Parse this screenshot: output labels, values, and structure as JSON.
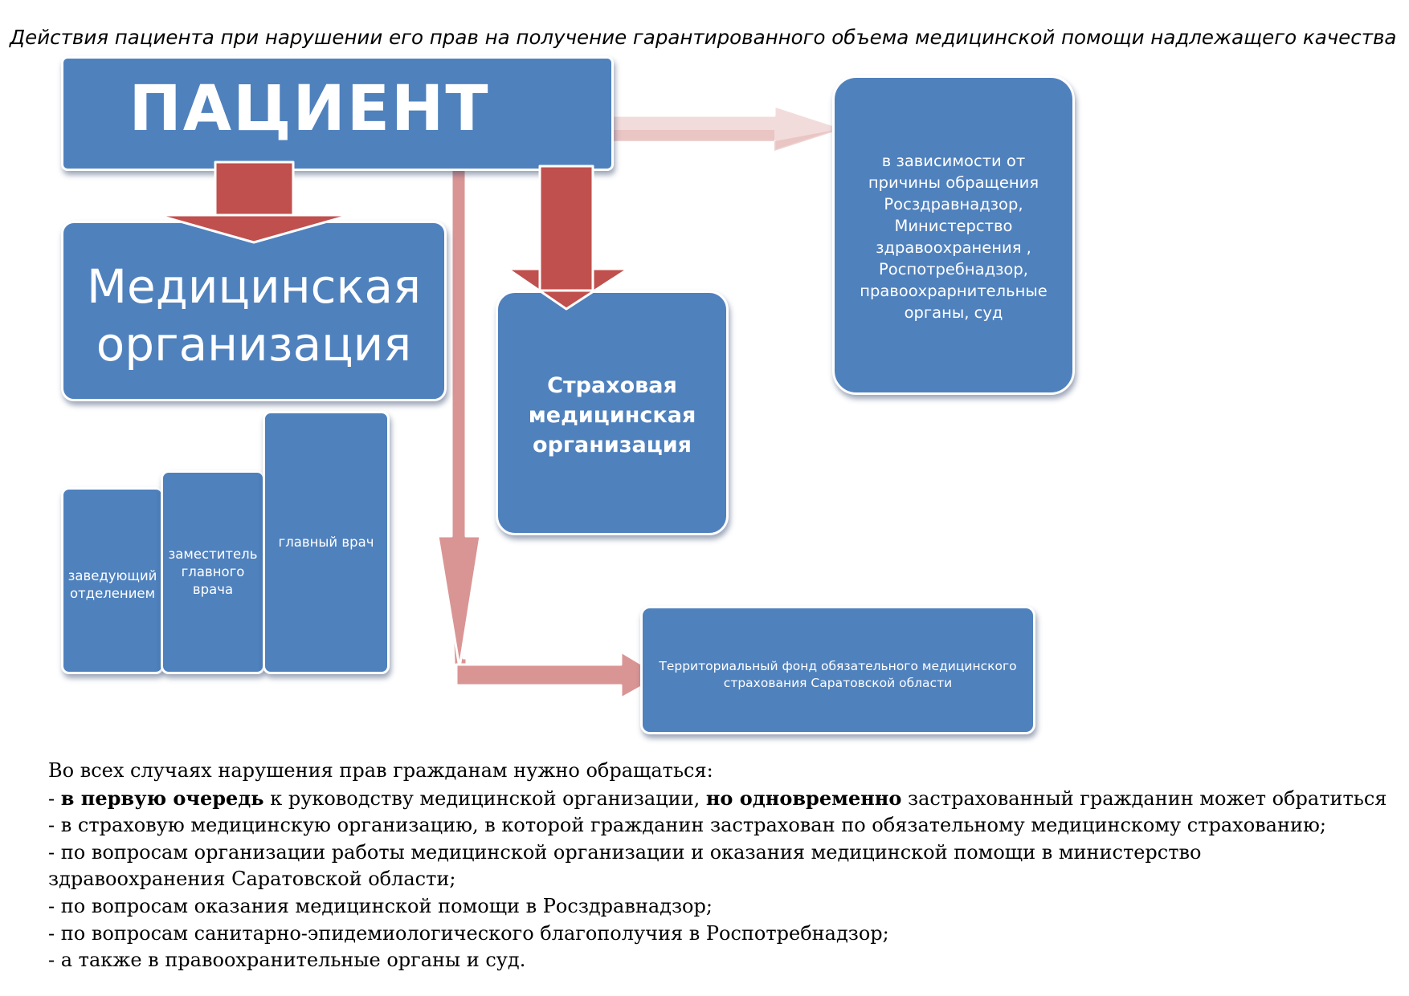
{
  "title": "Действия пациента при нарушении его прав на получение гарантированного объема медицинской помощи надлежащего качества",
  "diagram": {
    "patient": "ПАЦИЕНТ",
    "medical_org": {
      "line1": "Медицинская",
      "line2": "организация"
    },
    "levels": [
      {
        "line1": "заведующий",
        "line2": "отделением"
      },
      {
        "line1": "заместитель",
        "line2": "главного",
        "line3": "врача"
      },
      {
        "line1": "главный врач"
      }
    ],
    "insurer": {
      "line1": "Страховая",
      "line2": "медицинская",
      "line3": "организация"
    },
    "authorities": {
      "line1": "в зависимости от",
      "line2": "причины обращения",
      "line3": "Росздравнадзор,",
      "line4": "Министерство",
      "line5": "здравоохранения ,",
      "line6": "Роспотребнадзор,",
      "line7": "правоохрарнительные",
      "line8": "органы, суд"
    },
    "fund": {
      "line1": "Территориальный фонд обязательного медицинского",
      "line2": "страхования Саратовской области"
    },
    "colors": {
      "box_fill": "#4f81bd",
      "box_border": "#ffffff",
      "arrow_dark": "#c0504d",
      "arrow_light": "#d99594"
    }
  },
  "text": {
    "line1": "Во всех случаях нарушения прав гражданам нужно обращаться:",
    "line2": {
      "prefix": "- ",
      "bold1": "в первую очередь",
      "mid": " к руководству медицинской организации, ",
      "bold2": "но одновременно",
      "suffix": " застрахованный гражданин может обратиться"
    },
    "line3": "- в страховую медицинскую организацию, в которой гражданин застрахован по обязательному медицинскому страхованию;",
    "line4": "- по вопросам организации работы медицинской организации и оказания медицинской помощи в министерство",
    "line5": "здравоохранения Саратовской области;",
    "line6": "- по вопросам оказания медицинской помощи в Росздравнадзор;",
    "line7": "- по вопросам санитарно-эпидемиологического благополучия в Роспотребнадзор;",
    "line8": "- а также в правоохранительные органы и суд."
  }
}
